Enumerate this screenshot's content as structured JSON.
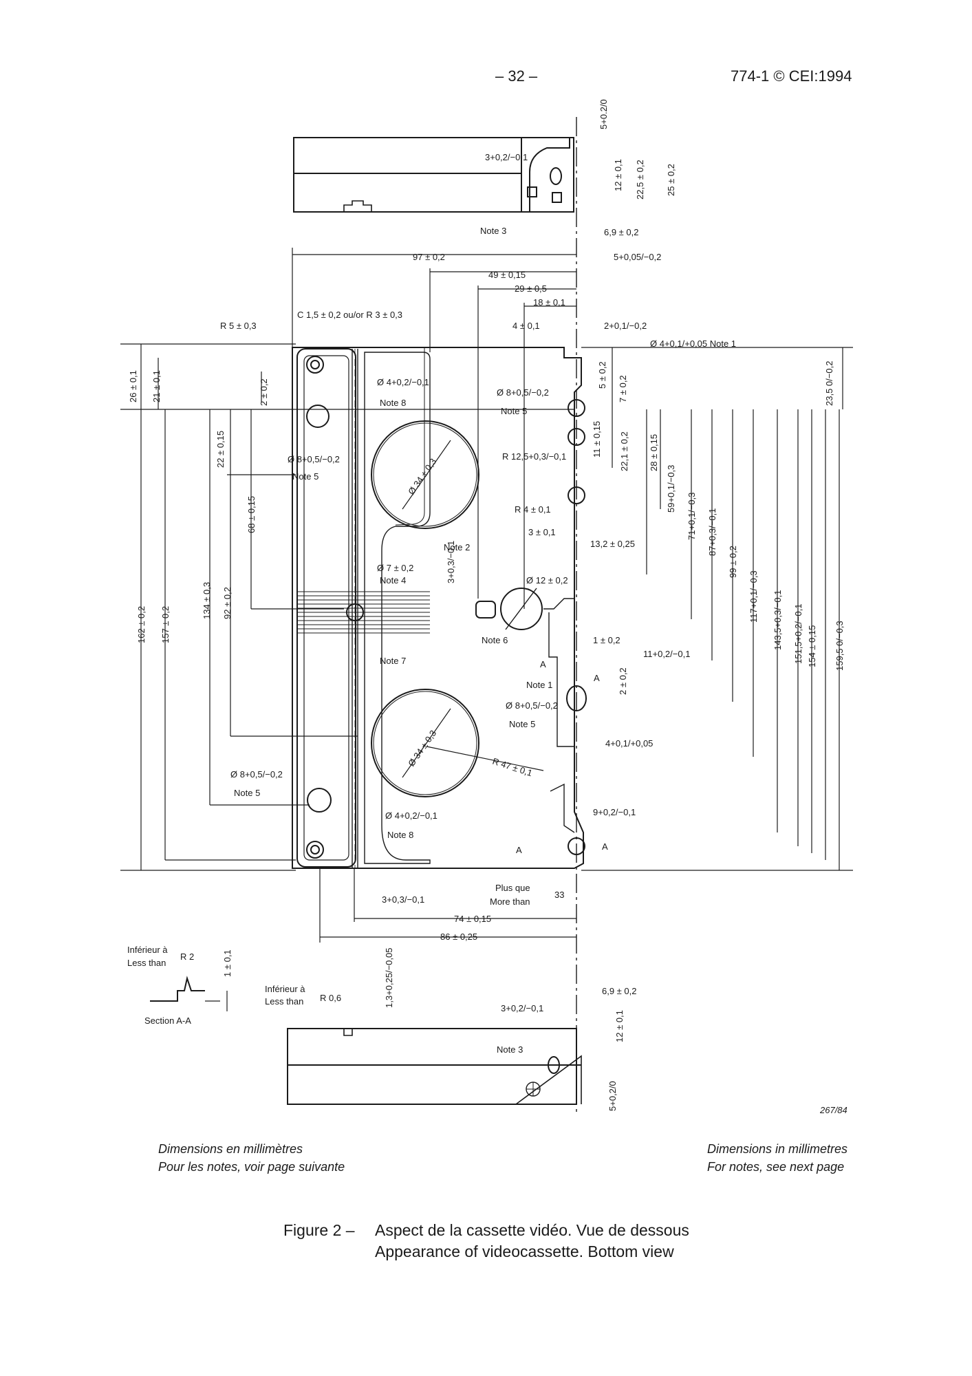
{
  "header": {
    "page_number": "– 32 –",
    "standard_ref": "774-1 © CEI:1994"
  },
  "drawing": {
    "drawing_number": "267/84",
    "dimensions": {
      "d_5_top": "5+0.2/0",
      "d_3_top": "3+0,2/−0,1",
      "d_12": "12 ± 0,1",
      "d_22_5": "22,5 ± 0,2",
      "d_25": "25 ± 0,2",
      "d_6_9": "6,9 ± 0,2",
      "d_97": "97 ± 0,2",
      "d_5_005": "5+0,05/−0,2",
      "d_49": "49 ± 0,15",
      "d_29": "29 ± 0,5",
      "d_18": "18 ± 0,1",
      "d_4": "4 ± 0,1",
      "d_2_01": "2+0,1/−0,2",
      "d_r5": "R 5 ± 0,3",
      "d_chamfer": "C 1,5 ± 0,2 ou/or R 3 ± 0,3",
      "d_phi4_note1": "Ø 4+0,1/+0,05 Note 1",
      "d_26": "26 ± 0,1",
      "d_21": "21 ± 0,1",
      "d_2": "2 ± 0,2",
      "d_phi4_note8_top": "Ø 4+0,2/−0,1",
      "note8_top": "Note 8",
      "d_phi8_right": "Ø 8+0,5/−0,2",
      "note5_right_top": "Note 5",
      "d_5_02": "5 ± 0,2",
      "d_7_02": "7 ± 0,2",
      "d_23_5": "23,5 0/−0,2",
      "d_22_015": "22 ± 0,15",
      "d_phi8_left_top": "Ø 8+0,5/−0,2",
      "note5_left_top": "Note 5",
      "d_phi34_top": "Ø 34 ± 0,3",
      "d_r12_5": "R 12,5+0,3/−0,1",
      "d_11_015": "11 ± 0,15",
      "d_22_1": "22,1 ± 0,2",
      "d_28": "28 ± 0,15",
      "d_68": "68 ± 0,15",
      "d_r4": "R 4 ± 0,1",
      "d_3_01": "3 ± 0,1",
      "d_13_2": "13,2 ± 0,25",
      "d_59": "59+0,1/−0,3",
      "d_71": "71+0,1/−0,3",
      "d_87": "87+0,3/−0,1",
      "d_99": "99 ± 0,2",
      "note2": "Note 2",
      "d_3_03": "3+0,3/−0,1",
      "d_phi7": "Ø 7 ± 0,2",
      "note4": "Note 4",
      "d_phi12": "Ø 12 ± 0,2",
      "d_134": "134 ± 0,3",
      "d_92": "92 ± 0,2",
      "d_162": "162 ± 0,2",
      "d_157": "157 ± 0,2",
      "d_117": "117+0,1/−0,3",
      "d_143_5": "143,5+0,3/−0,1",
      "d_151_5": "151,5+0,2/−0,1",
      "d_154": "154 ± 0,15",
      "d_159_5": "159,5 0/−0,3",
      "note6": "Note 6",
      "d_1_02": "1 ± 0,2",
      "d_11_02": "11+0,2/−0,1",
      "section_a_top": "A",
      "section_a_right": "A",
      "note7": "Note 7",
      "d_2_02": "2 ± 0,2",
      "note1": "Note 1",
      "d_phi8_mid": "Ø 8+0,5/−0,2",
      "note5_mid": "Note 5",
      "d_4_01": "4+0,1/+0,05",
      "d_phi34_bottom": "Ø 34 ± 0,3",
      "d_r47": "R 47 ± 0,1",
      "d_phi8_left_bottom": "Ø 8+0,5/−0,2",
      "note5_left_bottom": "Note 5",
      "d_9": "9+0,2/−0,1",
      "d_phi4_note8_bottom": "Ø 4+0,2/−0,1",
      "note8_bottom": "Note 8",
      "section_a_low": "A",
      "section_a_low2": "A",
      "d_3_bottom": "3+0,3/−0,1",
      "plus_que": "Plus que",
      "more_than": "More than",
      "d_33": "33",
      "d_74": "74 ± 0,15",
      "d_86": "86 ± 0,25",
      "inferieur_1": "Inférieur à",
      "less_than_1": "Less than",
      "r2": "R 2",
      "d_1_01": "1 ± 0,1",
      "section_aa": "Section A-A",
      "inferieur_2": "Inférieur à",
      "less_than_2": "Less than",
      "r0_6": "R 0,6",
      "d_1_3": "1,3+0,25/−0,05",
      "d_6_9_bottom": "6,9 ± 0,2",
      "d_3_bottom_view": "3+0,2/−0,1",
      "d_12_bottom": "12 ± 0,1",
      "note3_top": "Note 3",
      "note3_bottom": "Note 3",
      "d_5_bottom": "5+0,2/0"
    }
  },
  "footnotes": {
    "fr_line1": "Dimensions en millimètres",
    "fr_line2": "Pour les notes, voir page suivante",
    "en_line1": "Dimensions in millimetres",
    "en_line2": "For notes, see next page"
  },
  "caption": {
    "label": "Figure 2 –",
    "fr": "Aspect de la cassette vidéo. Vue de dessous",
    "en": "Appearance of videocassette. Bottom view"
  }
}
